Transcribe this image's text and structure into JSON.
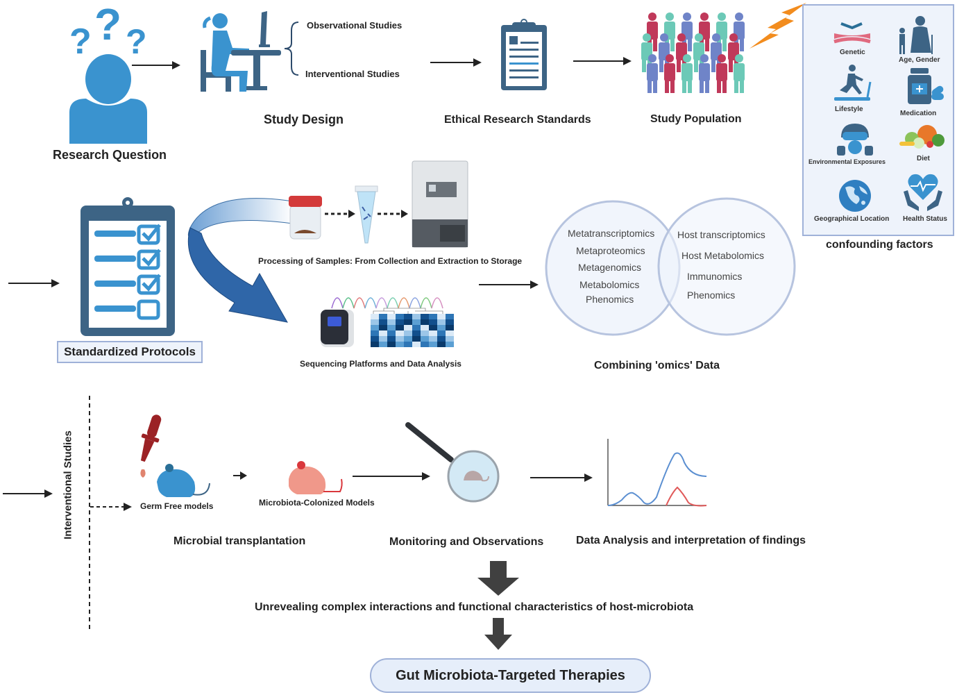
{
  "title": "Workflow for gut microbiota research",
  "row1": {
    "research_question": "Research Question",
    "study_design": "Study Design",
    "study_design_options": [
      "Observational Studies",
      "Interventional Studies"
    ],
    "ethical_standards": "Ethical Research Standards",
    "study_population": "Study Population"
  },
  "confounding": {
    "title": "confounding factors",
    "items": [
      {
        "label": "Genetic",
        "icon": "chromosome-icon"
      },
      {
        "label": "Age, Gender",
        "icon": "elderly-child-icon"
      },
      {
        "label": "Lifestyle",
        "icon": "treadmill-runner-icon"
      },
      {
        "label": "Medication",
        "icon": "medicine-bottle-icon"
      },
      {
        "label": "Environmental Exposures",
        "icon": "gas-mask-icon"
      },
      {
        "label": "Diet",
        "icon": "vegetables-icon"
      },
      {
        "label": "Geographical Location",
        "icon": "globe-icon"
      },
      {
        "label": "Health Status",
        "icon": "heart-hands-icon"
      }
    ]
  },
  "row2": {
    "standardized_protocols": "Standardized Protocols",
    "processing_samples": "Processing of Samples: From Collection and Extraction to Storage",
    "sequencing": "Sequencing Platforms and Data Analysis",
    "omics_title": "Combining 'omics' Data",
    "omics_left": [
      "Metatranscriptomics",
      "Metaproteomics",
      "Metagenomics",
      "Metabolomics",
      "Phenomics"
    ],
    "omics_right": [
      "Host transcriptomics",
      "Host Metabolomics",
      "Immunomics",
      "Phenomics"
    ]
  },
  "row3": {
    "interventional_label": "Interventional Studies",
    "germ_free": "Germ Free models",
    "colonized": "Microbiota-Colonized Models",
    "microbial_transplantation": "Microbial transplantation",
    "monitoring": "Monitoring and Observations",
    "data_analysis": "Data Analysis and interpretation of findings"
  },
  "outcome": {
    "unrevealing": "Unrevealing complex interactions and functional characteristics of host-microbiota",
    "therapies": "Gut Microbiota-Targeted Therapies"
  },
  "colors": {
    "primary_blue": "#3a93cf",
    "dark_slate": "#3d6485",
    "box_border": "#9fb1d8",
    "box_fill": "#eef3fb",
    "crimson": "#c0395a",
    "teal": "#6cc9b7",
    "periwinkle": "#6f84c8",
    "orange": "#f28c1e",
    "salmon": "#f0988a",
    "dark_red": "#9b2225"
  }
}
